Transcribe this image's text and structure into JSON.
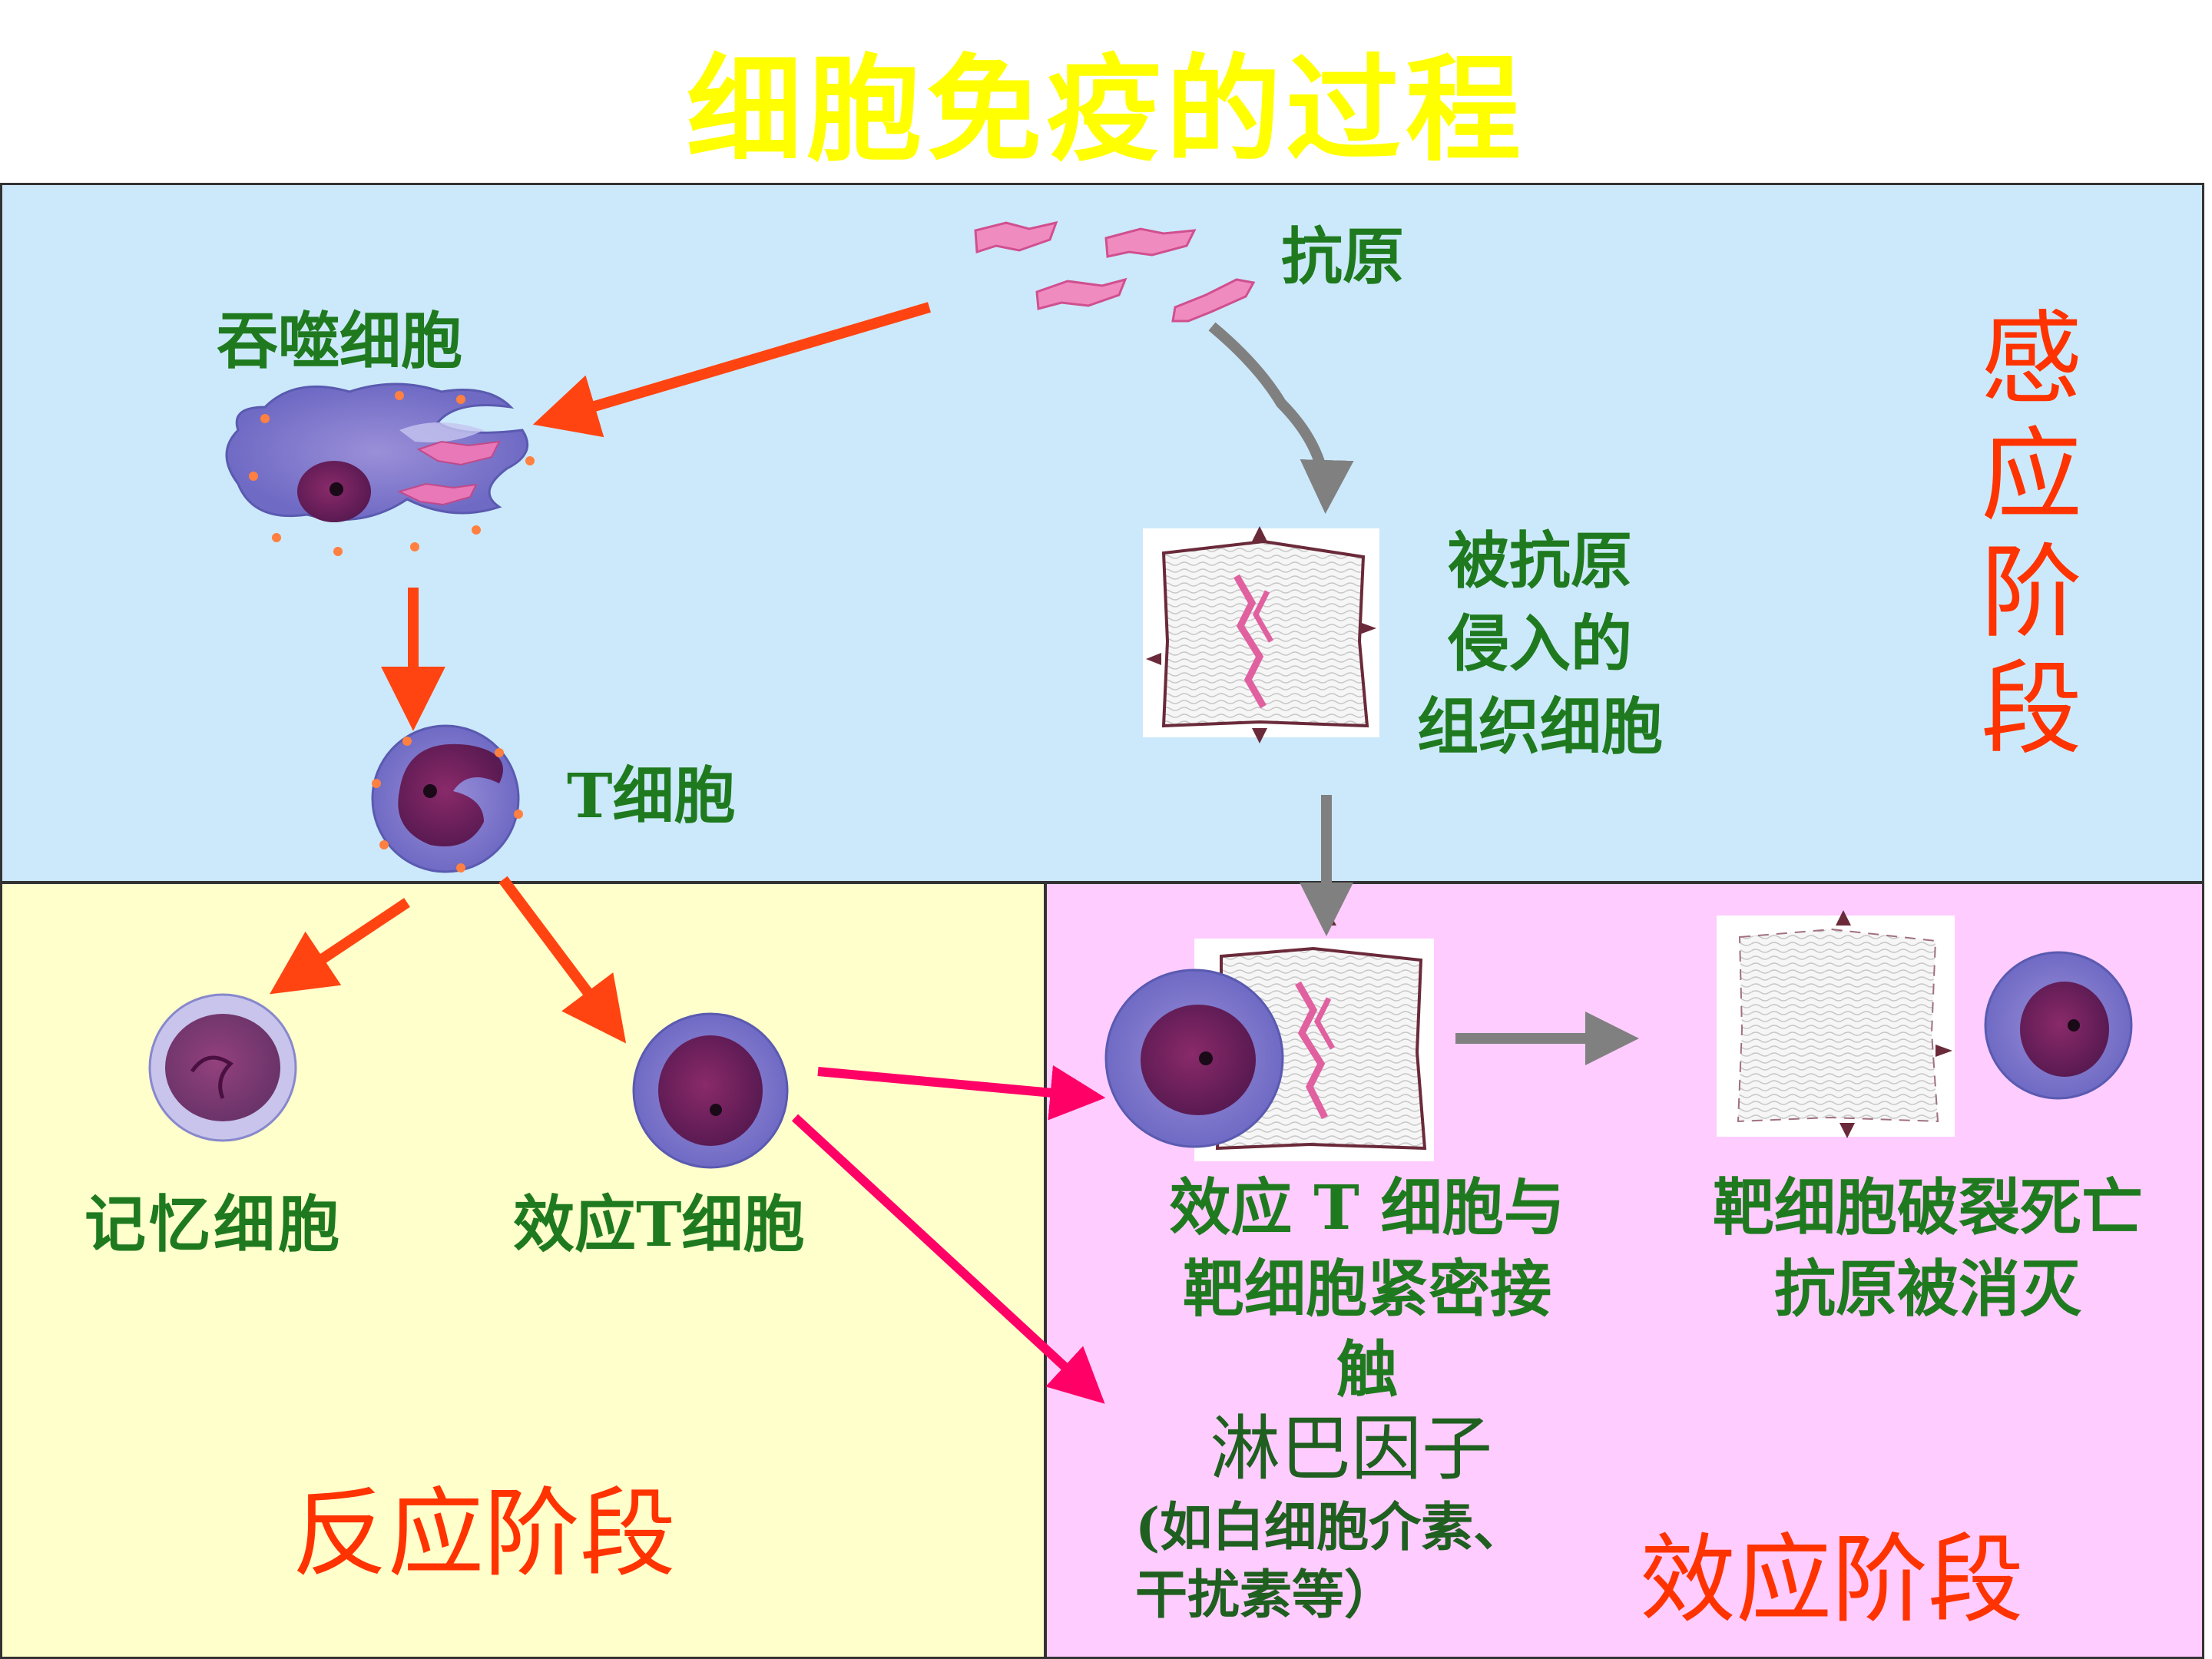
{
  "title": "细胞免疫的过程",
  "colors": {
    "title": "#ffff00",
    "induction_bg": "#cce9fb",
    "reaction_bg": "#ffffcc",
    "effect_bg": "#ffccff",
    "label_text": "#1f7a1f",
    "stage_text": "#ff3300",
    "arrow_red": "#ff4411",
    "arrow_pink": "#ff0066",
    "arrow_gray": "#808080"
  },
  "stages": {
    "induction_chars": [
      "感",
      "应",
      "阶",
      "段"
    ],
    "reaction": "反应阶段",
    "effect": "效应阶段"
  },
  "labels": {
    "antigen": "抗原",
    "phagocyte": "吞噬细胞",
    "t_cell": "T细胞",
    "infected_cell": [
      "被抗原",
      "侵入的",
      "组织细胞"
    ],
    "memory_cell": "记忆细胞",
    "effector_t_cell": "效应T细胞",
    "contact": [
      "效应 T 细胞与",
      "靶细胞紧密接",
      "触"
    ],
    "lysis": [
      "靶细胞破裂死亡",
      "抗原被消灭"
    ],
    "lymphokine": "淋巴因子",
    "lymphokine_note": [
      "(如白细胞介素、",
      "干扰素等）"
    ]
  },
  "icons": [
    "antigen-icon",
    "phagocyte-icon",
    "t-cell-icon",
    "infected-cell-icon",
    "memory-cell-icon",
    "effector-t-cell-icon",
    "target-cell-contact-icon",
    "lysed-target-cell-icon"
  ]
}
